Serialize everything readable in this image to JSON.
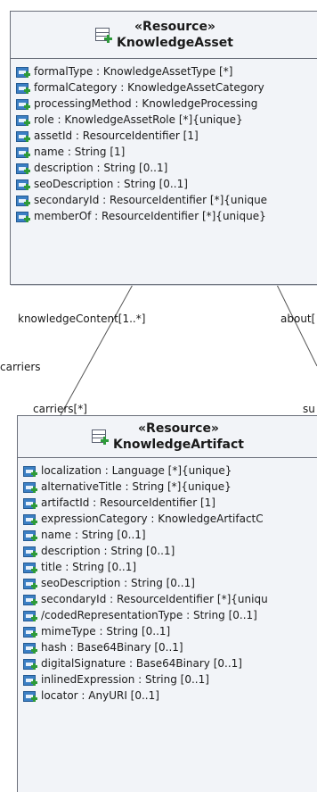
{
  "knowledge_asset": {
    "stereotype": "«Resource»",
    "name": "KnowledgeAsset",
    "attributes": [
      "formalType : KnowledgeAssetType [*]",
      "formalCategory : KnowledgeAssetCategory",
      "processingMethod : KnowledgeProcessing",
      "role : KnowledgeAssetRole [*]{unique}",
      "assetId : ResourceIdentifier [1]",
      "name : String [1]",
      "description : String [0..1]",
      "seoDescription : String [0..1]",
      "secondaryId : ResourceIdentifier [*]{unique",
      "memberOf : ResourceIdentifier [*]{unique}"
    ]
  },
  "knowledge_artifact": {
    "stereotype": "«Resource»",
    "name": "KnowledgeArtifact",
    "attributes": [
      "localization : Language [*]{unique}",
      "alternativeTitle : String [*]{unique}",
      "artifactId : ResourceIdentifier [1]",
      "expressionCategory : KnowledgeArtifactC",
      "name : String [0..1]",
      "description : String [0..1]",
      "title : String [0..1]",
      "seoDescription : String [0..1]",
      "secondaryId : ResourceIdentifier [*]{uniqu",
      "/codedRepresentationType : String [0..1]",
      "mimeType : String [0..1]",
      "hash : Base64Binary [0..1]",
      "digitalSignature : Base64Binary [0..1]",
      "inlinedExpression : String [0..1]",
      "locator : AnyURI [0..1]"
    ]
  },
  "association_labels": {
    "knowledge_content": "knowledgeContent[1..*]",
    "about": "about[",
    "carriers_role": "carriers",
    "carriers_multiplicity": "carriers[*]",
    "su": "su"
  }
}
